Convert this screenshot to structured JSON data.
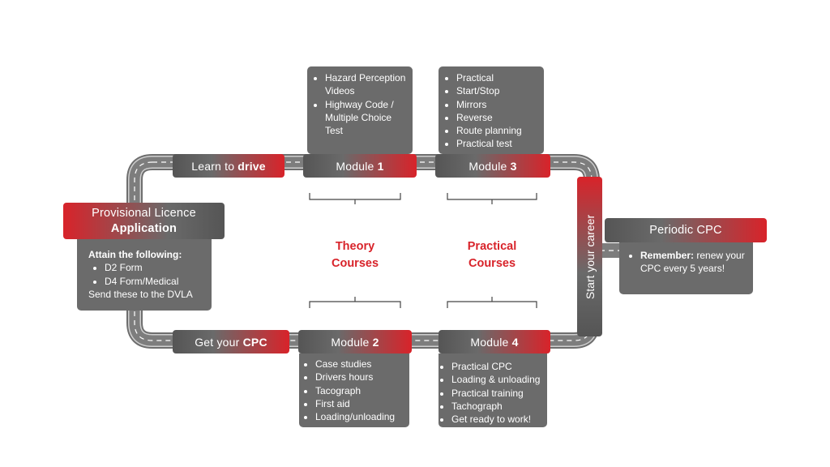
{
  "provisional": {
    "title_line1": "Provisional Licence",
    "title_line2": "Application",
    "heading": "Attain the following:",
    "items": [
      "D2 Form",
      "D4 Form/Medical"
    ],
    "footer": "Send these to the DVLA"
  },
  "learn_to_drive": {
    "prefix": "Learn to ",
    "bold": "drive"
  },
  "get_your_cpc": {
    "prefix": "Get your ",
    "bold": "CPC"
  },
  "start_career": "Start your career",
  "modules": [
    {
      "prefix": "Module ",
      "number": "1",
      "items": [
        "Hazard Perception Videos",
        "Highway Code / Multiple Choice Test"
      ]
    },
    {
      "prefix": "Module ",
      "number": "2",
      "items": [
        "Case studies",
        "Drivers hours",
        "Tacograph",
        "First aid",
        "Loading/unloading"
      ]
    },
    {
      "prefix": "Module ",
      "number": "3",
      "items": [
        "Practical",
        "Start/Stop",
        "Mirrors",
        "Reverse",
        "Route planning",
        "Practical test"
      ]
    },
    {
      "prefix": "Module ",
      "number": "4",
      "items": [
        "Practical CPC",
        "Loading & unloading",
        "Practical training",
        "Tachograph",
        "Get ready to work!"
      ]
    }
  ],
  "theory": {
    "line1": "Theory",
    "line2": "Courses"
  },
  "practical": {
    "line1": "Practical",
    "line2": "Courses"
  },
  "periodic": {
    "title": "Periodic CPC",
    "bold": "Remember:",
    "text": " renew your CPC every 5 years!"
  },
  "colors": {
    "accent": "#d8232a",
    "box": "#6b6b6b",
    "road": "#7a7a7a"
  },
  "icons": [
    "bullet-icon"
  ]
}
